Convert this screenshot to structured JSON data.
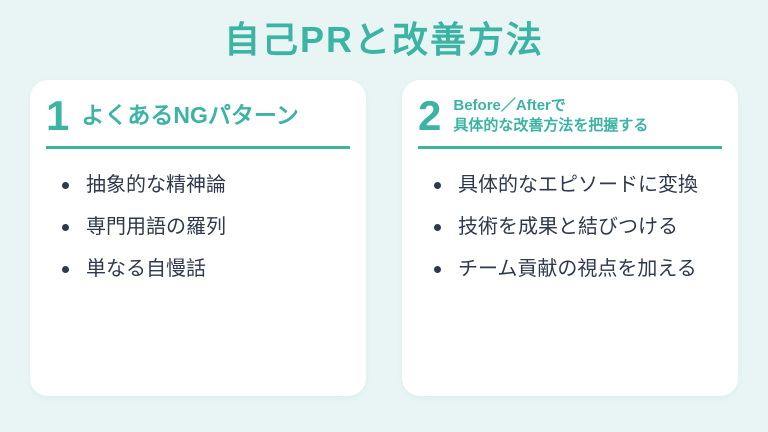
{
  "page": {
    "title": "自己PRと改善方法",
    "colors": {
      "background": "#e8f5f4",
      "accent": "#3cb4a4",
      "text": "#2e3a4c",
      "card_background": "#ffffff"
    }
  },
  "cards": [
    {
      "number": "1",
      "title": "よくあるNGパターン",
      "items": [
        "抽象的な精神論",
        "専門用語の羅列",
        "単なる自慢話"
      ]
    },
    {
      "number": "2",
      "title_line1": "Before／Afterで",
      "title_line2": "具体的な改善方法を把握する",
      "items": [
        "具体的なエピソードに変換",
        "技術を成果と結びつける",
        "チーム貢献の視点を加える"
      ]
    }
  ]
}
